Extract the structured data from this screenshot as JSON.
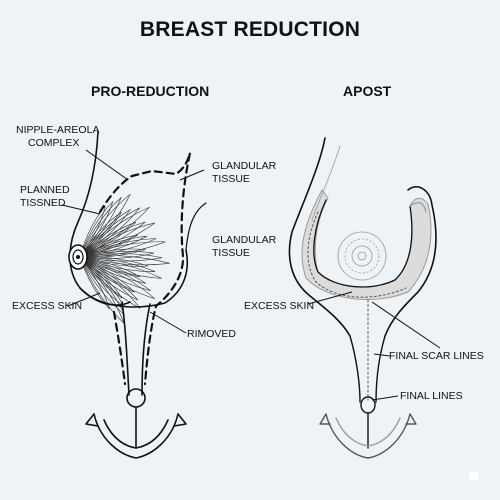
{
  "title": "BREAST REDUCTION",
  "left_panel": {
    "heading": "PRO-REDUCTION",
    "labels": {
      "nipple_areola": [
        "NIPPLE-AREOLA",
        "COMPLEX"
      ],
      "planned": [
        "PLANNED",
        "TISSNED"
      ],
      "glandular_top": [
        "GLANDULAR",
        "TISSUE"
      ],
      "glandular_mid": [
        "GLANDULAR",
        "TISSUE"
      ],
      "excess_skin": "EXCESS SKIN",
      "removed": "RIMOVED"
    }
  },
  "right_panel": {
    "heading": "APOST",
    "labels": {
      "excess_skin": "EXCESS SKIN",
      "final_scar_lines": "FINAL SCAR LINES",
      "final_lines": "FINAL LINES"
    }
  },
  "colors": {
    "ink": "#111111",
    "shaded_skin": "#dcdcdc",
    "grey_line": "#9a9a9a",
    "background": "#eef3f7"
  }
}
